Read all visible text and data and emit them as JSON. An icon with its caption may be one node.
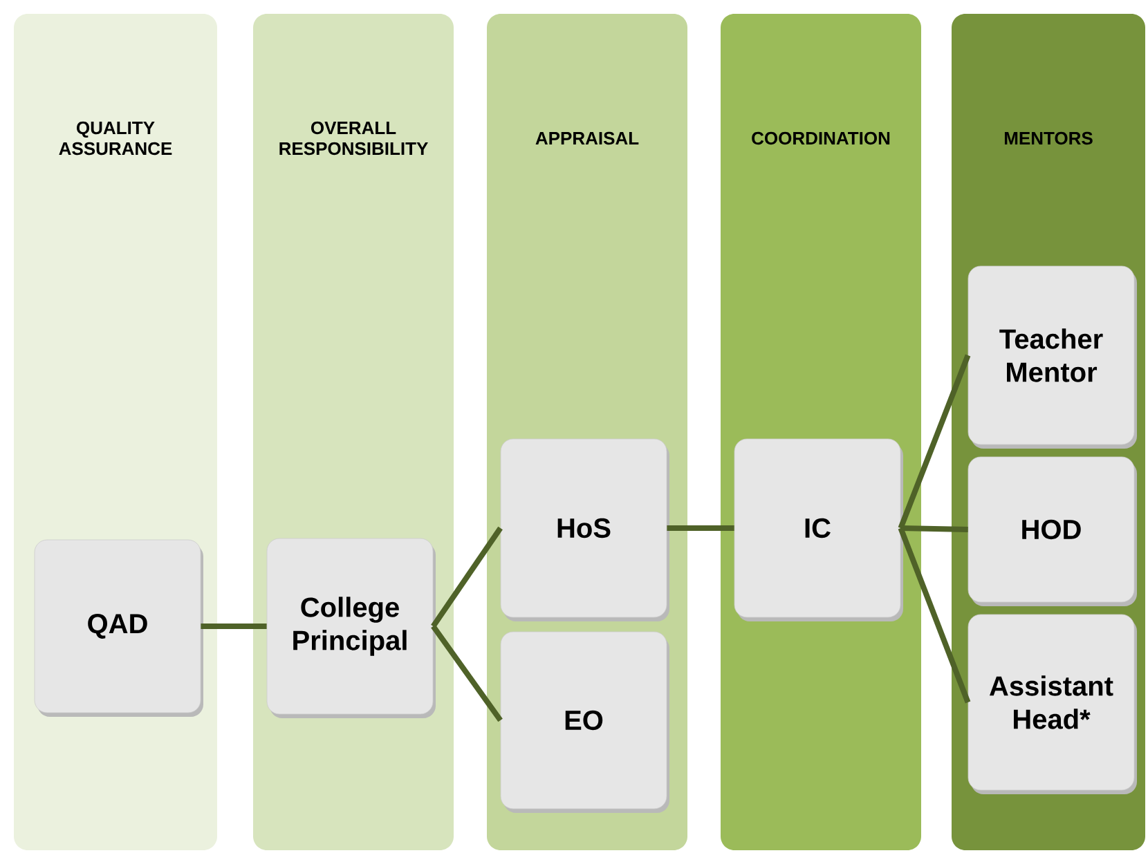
{
  "diagram": {
    "nodes": [
      {
        "text": [
          "QUALITY ASSURANCE"
        ]
      },
      {
        "text": [
          "QAD"
        ],
        "in": 0
      },
      {
        "text": [
          "OVERALL RESPONSIBILITY"
        ]
      },
      {
        "text": [
          "College Principal"
        ],
        "in": 2
      },
      {
        "text": [
          "APPRAISAL"
        ]
      },
      {
        "text": [
          "HoS"
        ],
        "in": 4
      },
      {
        "text": [
          "EO"
        ],
        "in": 4
      },
      {
        "text": [
          "COORDINATION"
        ]
      },
      {
        "text": [
          "IC"
        ],
        "in": 7
      },
      {
        "text": [
          "MENTORS"
        ]
      },
      {
        "text": [
          "Teacher Mentor"
        ],
        "in": 9
      },
      {
        "text": [
          "HOD"
        ],
        "in": 9
      },
      {
        "text": [
          "Assistant Head*"
        ],
        "in": 9
      }
    ],
    "edges": [
      {
        "from": 1,
        "to": 3,
        "arrow": "none"
      },
      {
        "from": 3,
        "to": 5,
        "arrow": "none"
      },
      {
        "from": 3,
        "to": 6,
        "arrow": "none"
      },
      {
        "from": 5,
        "to": 8,
        "arrow": "none"
      },
      {
        "from": 8,
        "to": 10,
        "arrow": "none"
      },
      {
        "from": 8,
        "to": 11,
        "arrow": "none"
      },
      {
        "from": 8,
        "to": 12,
        "arrow": "none"
      }
    ]
  }
}
